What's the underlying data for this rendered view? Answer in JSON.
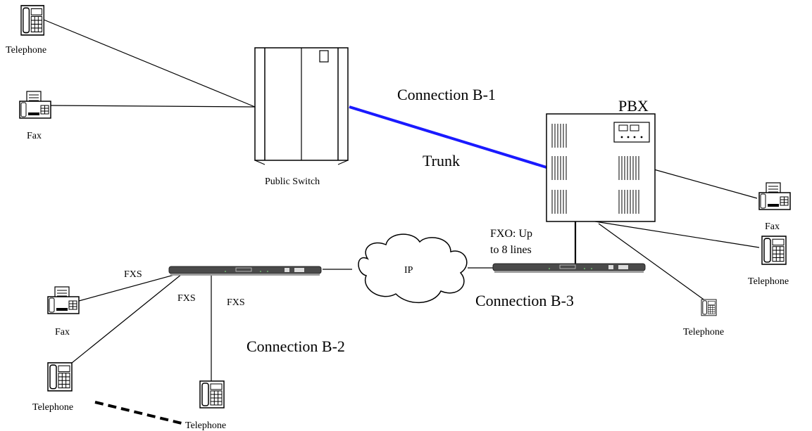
{
  "labels": {
    "telephone_top": "Telephone",
    "fax_top": "Fax",
    "public_switch": "Public Switch",
    "connection_b1": "Connection B-1",
    "trunk": "Trunk",
    "pbx": "PBX",
    "fax_pbx": "Fax",
    "telephone_pbx_right": "Telephone",
    "telephone_pbx_bottom": "Telephone",
    "fxo_line1": "FXO: Up",
    "fxo_line2": "to 8 lines",
    "ip_cloud": "IP",
    "connection_b3": "Connection B-3",
    "fxs_1": "FXS",
    "fxs_2": "FXS",
    "fxs_3": "FXS",
    "fax_left": "Fax",
    "telephone_left": "Telephone",
    "telephone_bottom": "Telephone",
    "connection_b2": "Connection B-2"
  },
  "colors": {
    "trunk_line": "#1a1aff",
    "line": "#000000",
    "device_fill": "#4a4a4a"
  },
  "icons": [
    "telephone-icon",
    "fax-icon",
    "public-switch-icon",
    "pbx-icon",
    "voip-gateway-icon",
    "ip-cloud-icon"
  ]
}
